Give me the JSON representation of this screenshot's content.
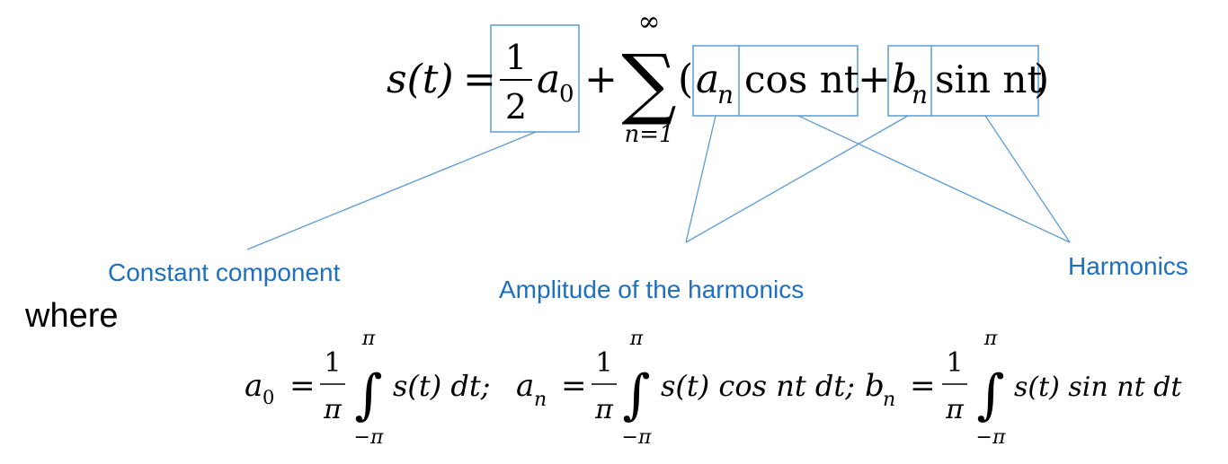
{
  "colors": {
    "ink": "#000000",
    "annotation": "#1f6fbf",
    "connector": "#5b9bd5"
  },
  "main_equation": {
    "lhs": "s(t)",
    "equals": "=",
    "half_numerator": "1",
    "half_denominator": "2",
    "a0_base": "a",
    "a0_sub": "0",
    "plus1": "+",
    "sum_upper": "∞",
    "sum_symbol": "∑",
    "sum_lower": "n=1",
    "open_paren": "(",
    "an_base": "a",
    "an_sub": "n",
    "cos_term": "cos nt",
    "plus2": "+",
    "bn_base": "b",
    "bn_sub": "n",
    "sin_term": "sin nt",
    "close_paren": ")"
  },
  "annotations": {
    "constant": "Constant component",
    "amplitude": "Amplitude of the harmonics",
    "harmonics": "Harmonics"
  },
  "where_label": "where",
  "coefficients": {
    "eq": "=",
    "frac_num": "1",
    "frac_den": "π",
    "int_upper": "π",
    "int_symbol": "∫",
    "int_lower": "−π",
    "a0": {
      "base": "a",
      "sub": "0",
      "body": "s(t) dt;"
    },
    "an": {
      "base": "a",
      "sub": "n",
      "body": "s(t) cos nt dt;"
    },
    "bn": {
      "base": "b",
      "sub": "n",
      "body": "s(t) sin nt dt"
    }
  }
}
